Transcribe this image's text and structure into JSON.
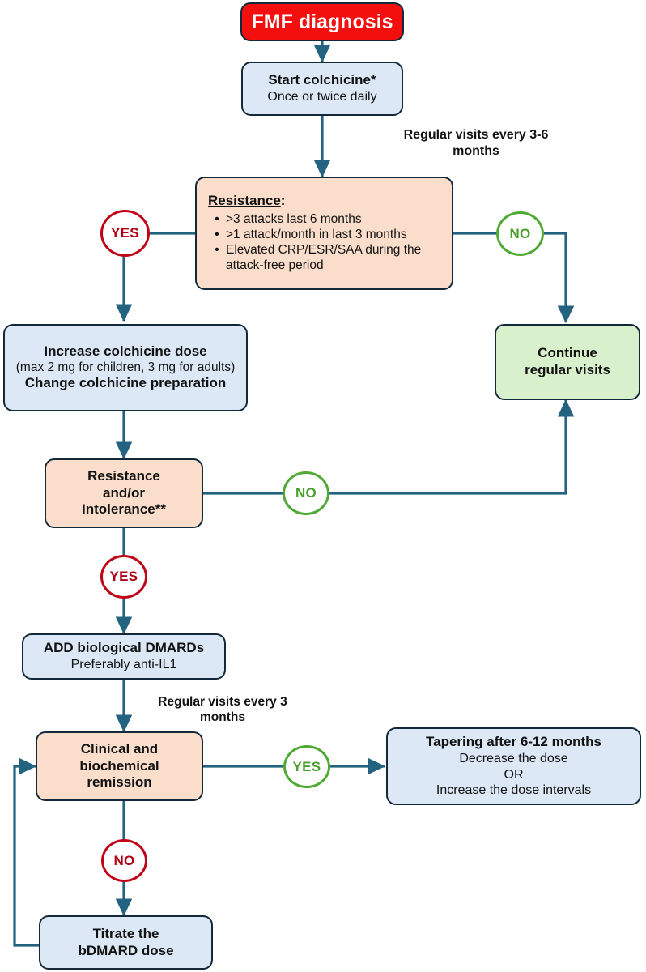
{
  "diagram": {
    "title": "FMF treatment algorithm flowchart",
    "colors": {
      "start_fill": "#f40f0f",
      "action_fill": "#dce8f6",
      "condition_fill": "#fadecb",
      "outcome_fill": "#d8f0cc",
      "border": "#13293a",
      "connector": "#23637f",
      "yes_red": "#b00014",
      "no_green": "#4c9f2f"
    }
  },
  "nodes": {
    "fmf_diagnosis": {
      "label": "FMF diagnosis"
    },
    "start_colchicine": {
      "line1": "Start colchicine*",
      "line2": "Once or twice daily"
    },
    "resistance": {
      "heading": "Resistance",
      "heading_colon": ":",
      "bullets": [
        ">3 attacks last 6 months",
        ">1 attack/month in last 3 months",
        "Elevated CRP/ESR/SAA during the attack-free period"
      ]
    },
    "increase_dose": {
      "line1": "Increase colchicine dose",
      "line2": "(max 2 mg for children, 3 mg for adults)",
      "line3": "Change colchicine preparation"
    },
    "continue_visits": {
      "line1": "Continue",
      "line2": "regular visits"
    },
    "resistance_intolerance": {
      "line1": "Resistance",
      "line2": "and/or",
      "line3": "Intolerance**"
    },
    "add_bdmards": {
      "line1": "ADD biological DMARDs",
      "line2": "Preferably anti-IL1"
    },
    "remission": {
      "line1": "Clinical and",
      "line2": "biochemical",
      "line3": "remission"
    },
    "tapering": {
      "line1": "Tapering after 6-12 months",
      "line2": "Decrease the dose",
      "line3": "OR",
      "line4": "Increase the dose intervals"
    },
    "titrate": {
      "line1": "Titrate the",
      "line2": "bDMARD dose"
    }
  },
  "decisions": {
    "resistance_yes": {
      "label": "YES"
    },
    "resistance_no": {
      "label": "NO"
    },
    "intolerance_no": {
      "label": "NO"
    },
    "intolerance_yes": {
      "label": "YES"
    },
    "remission_yes": {
      "label": "YES"
    },
    "remission_no": {
      "label": "NO"
    }
  },
  "notes": {
    "visits_3_6": {
      "line1": "Regular visits",
      "line2": "every 3-6 months"
    },
    "visits_3": {
      "line1": "Regular visits",
      "line2": "every 3 months"
    }
  }
}
